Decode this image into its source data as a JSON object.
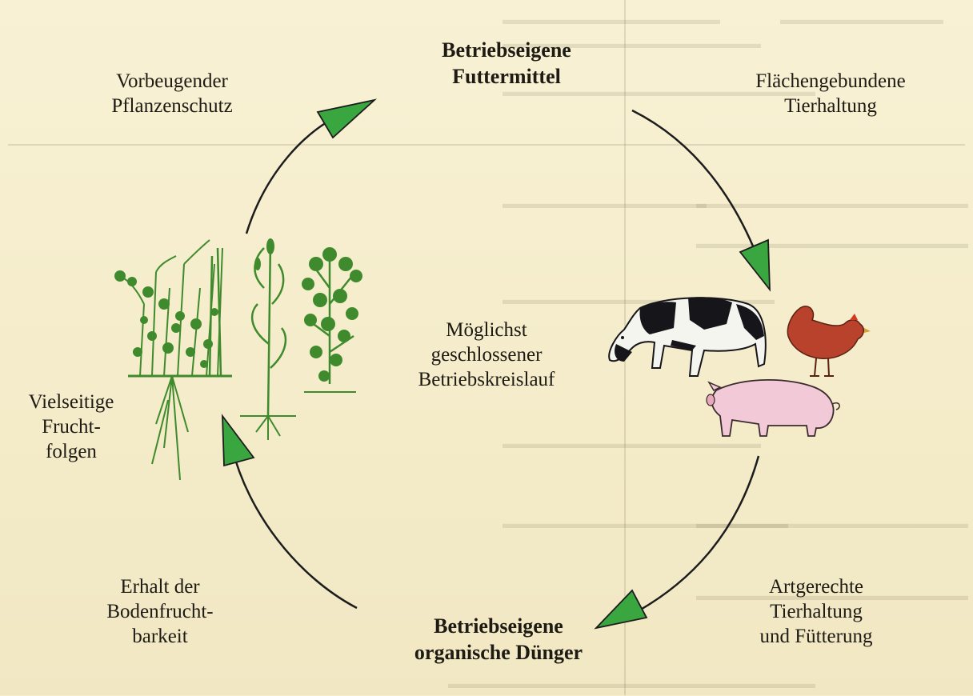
{
  "diagram": {
    "top_label": [
      "Betriebseigene",
      "Futtermittel"
    ],
    "top_left_label": [
      "Vorbeugender",
      "Pflanzenschutz"
    ],
    "top_right_label": [
      "Flächengebundene",
      "Tierhaltung"
    ],
    "left_label": [
      "Vielseitige",
      "Frucht-",
      "folgen"
    ],
    "center_label": [
      "Möglichst",
      "geschlossener",
      "Betriebskreislauf"
    ],
    "bottom_left_label": [
      "Erhalt der",
      "Bodenfrucht-",
      "barkeit"
    ],
    "bottom_label": [
      "Betriebseigene",
      "organische Dünger"
    ],
    "bottom_right_label": [
      "Artgerechte",
      "Tierhaltung",
      "und Fütterung"
    ]
  },
  "colors": {
    "background": "#f6efcf",
    "arrow_head": "#3aa640",
    "arrow_line": "#1c1c1c",
    "plant": "#3f8a2c",
    "cow_black": "#15151a",
    "pig": "#f2c9d6",
    "chicken": "#b8422c"
  },
  "icons": [
    "plants-illustration",
    "cow-icon",
    "chicken-icon",
    "pig-icon"
  ]
}
